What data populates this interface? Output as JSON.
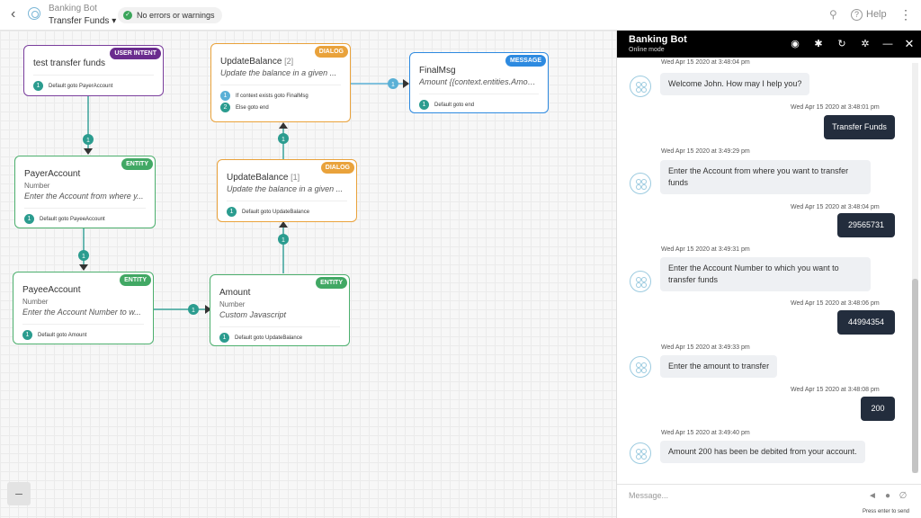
{
  "header": {
    "bot_name": "Banking Bot",
    "flow_name": "Transfer Funds ▾",
    "status": "No errors or warnings",
    "help_label": "Help"
  },
  "nodes": {
    "intent": {
      "tag": "USER INTENT",
      "title": "test transfer funds",
      "rules": [
        {
          "n": "1",
          "text": "Default goto PayerAccount"
        }
      ]
    },
    "payer": {
      "tag": "ENTITY",
      "title": "PayerAccount",
      "sub": "Number",
      "desc": "Enter the Account from where y...",
      "rules": [
        {
          "n": "1",
          "text": "Default goto PayeeAccount"
        }
      ]
    },
    "payee": {
      "tag": "ENTITY",
      "title": "PayeeAccount",
      "sub": "Number",
      "desc": "Enter the Account Number to w...",
      "rules": [
        {
          "n": "1",
          "text": "Default goto Amount"
        }
      ]
    },
    "amount": {
      "tag": "ENTITY",
      "title": "Amount",
      "sub": "Number",
      "desc": "Custom Javascript",
      "rules": [
        {
          "n": "1",
          "text": "Default goto UpdateBalance"
        }
      ]
    },
    "update1": {
      "tag": "DIALOG",
      "title": "UpdateBalance",
      "index": "[1]",
      "desc": "Update the balance in a given ...",
      "rules": [
        {
          "n": "1",
          "text": "Default goto UpdateBalance"
        }
      ]
    },
    "update2": {
      "tag": "DIALOG",
      "title": "UpdateBalance",
      "index": "[2]",
      "desc": "Update the balance in a given ...",
      "rules": [
        {
          "n": "1",
          "text": "If context exists goto FinalMsg"
        },
        {
          "n": "2",
          "text": "Else goto end"
        }
      ]
    },
    "finalmsg": {
      "tag": "MESSAGE",
      "title": "FinalMsg",
      "desc": "Amount {{context.entities.Amou...",
      "rules": [
        {
          "n": "1",
          "text": "Default goto end"
        }
      ]
    }
  },
  "connector_badges": {
    "c1": "1",
    "c2": "1",
    "c3": "1",
    "c4": "1",
    "c5": "1",
    "c6": "1"
  },
  "canvas": {
    "zoom_out": "–"
  },
  "chat": {
    "title": "Banking Bot",
    "mode": "Online mode",
    "messages": [
      {
        "from": "bot",
        "time": "Wed Apr 15 2020 at 3:48:04 pm",
        "text": "Welcome John. How may I help you?"
      },
      {
        "from": "user",
        "time": "Wed Apr 15 2020 at 3:48:01 pm",
        "text": "Transfer Funds"
      },
      {
        "from": "bot",
        "time": "Wed Apr 15 2020 at 3:49:29 pm",
        "text": "Enter the Account from where you want to transfer funds"
      },
      {
        "from": "user",
        "time": "Wed Apr 15 2020 at 3:48:04 pm",
        "text": "29565731"
      },
      {
        "from": "bot",
        "time": "Wed Apr 15 2020 at 3:49:31 pm",
        "text": "Enter the Account Number to which you want to transfer funds"
      },
      {
        "from": "user",
        "time": "Wed Apr 15 2020 at 3:48:06 pm",
        "text": "44994354"
      },
      {
        "from": "bot",
        "time": "Wed Apr 15 2020 at 3:49:33 pm",
        "text": "Enter the amount to transfer"
      },
      {
        "from": "user",
        "time": "Wed Apr 15 2020 at 3:48:08 pm",
        "text": "200"
      },
      {
        "from": "bot",
        "time": "Wed Apr 15 2020 at 3:49:40 pm",
        "text": "Amount 200 has been be debited from your account."
      }
    ],
    "input_placeholder": "Message...",
    "send_hint": "Press enter to send"
  }
}
